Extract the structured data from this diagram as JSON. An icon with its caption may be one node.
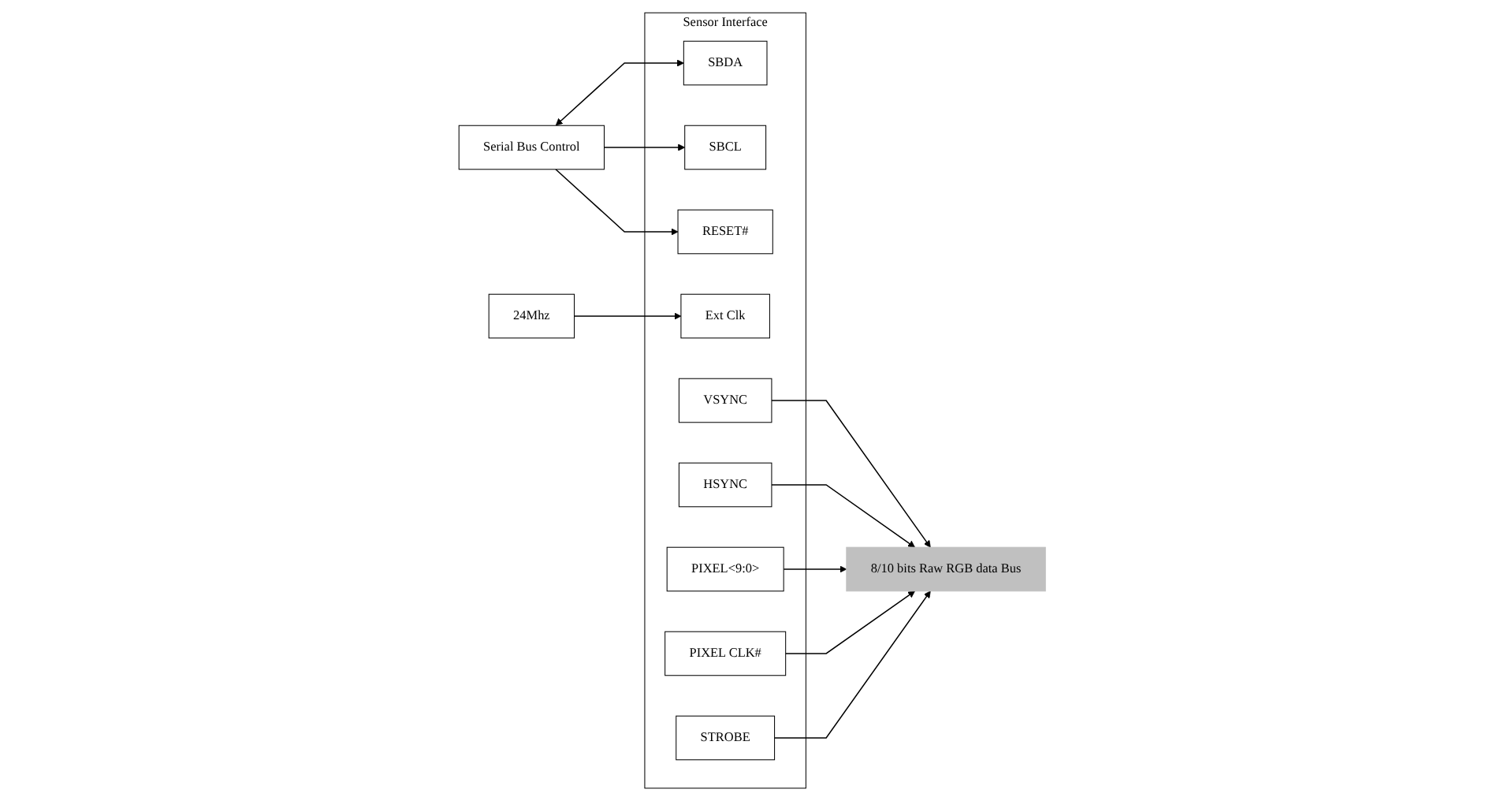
{
  "diagram": {
    "nodes": [
      {
        "text": [
          "Sensor Interface"
        ]
      },
      {
        "text": [
          "SBDA"
        ],
        "in": 0
      },
      {
        "text": [
          "SBCL"
        ],
        "in": 0
      },
      {
        "text": [
          "RESET#"
        ],
        "in": 0
      },
      {
        "text": [
          "Ext Clk"
        ],
        "in": 0
      },
      {
        "text": [
          "VSYNC"
        ],
        "in": 0
      },
      {
        "text": [
          "HSYNC"
        ],
        "in": 0
      },
      {
        "text": [
          "PIXEL<9:0>"
        ],
        "in": 0
      },
      {
        "text": [
          "PIXEL CLK#"
        ],
        "in": 0
      },
      {
        "text": [
          "STROBE"
        ],
        "in": 0
      },
      {
        "text": [
          "Serial Bus Control"
        ]
      },
      {
        "text": [
          "24Mhz"
        ]
      },
      {
        "text": [
          "8/10 bits Raw RGB data Bus"
        ]
      }
    ],
    "edges": [
      {
        "from": 10,
        "to": 1,
        "arrow": "both"
      },
      {
        "from": 10,
        "to": 2,
        "arrow": "to"
      },
      {
        "from": 10,
        "to": 3,
        "arrow": "to"
      },
      {
        "from": 11,
        "to": 4,
        "arrow": "to"
      },
      {
        "from": 5,
        "to": 12,
        "arrow": "to"
      },
      {
        "from": 6,
        "to": 12,
        "arrow": "to"
      },
      {
        "from": 7,
        "to": 12,
        "arrow": "to"
      },
      {
        "from": 8,
        "to": 12,
        "arrow": "to"
      },
      {
        "from": 9,
        "to": 12,
        "arrow": "to"
      }
    ]
  }
}
